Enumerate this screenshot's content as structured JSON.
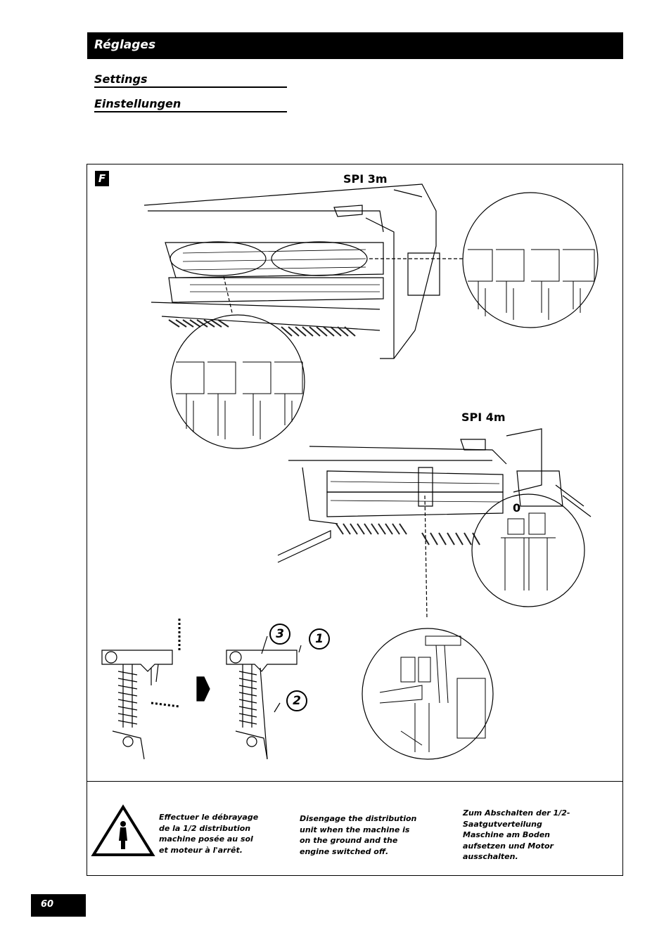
{
  "header": {
    "title": "Réglages"
  },
  "subtitles": [
    "Settings",
    "Einstellungen"
  ],
  "figure": {
    "label": "F",
    "spi_3m": "SPI 3m",
    "spi_4m": "SPI 4m",
    "position_zero": "0",
    "callouts": [
      "3",
      "1",
      "2"
    ]
  },
  "notes": {
    "fr": "Effectuer le débrayage de la 1/2 distribution machine posée au sol et moteur à l'arrêt.",
    "en": "Disengage the distribution unit when the machine is on the ground and the engine switched off.",
    "de": "Zum Abschalten der 1/2-Saatgutverteilung Maschine am Boden aufsetzen und Motor ausschalten."
  },
  "page_number": "60"
}
